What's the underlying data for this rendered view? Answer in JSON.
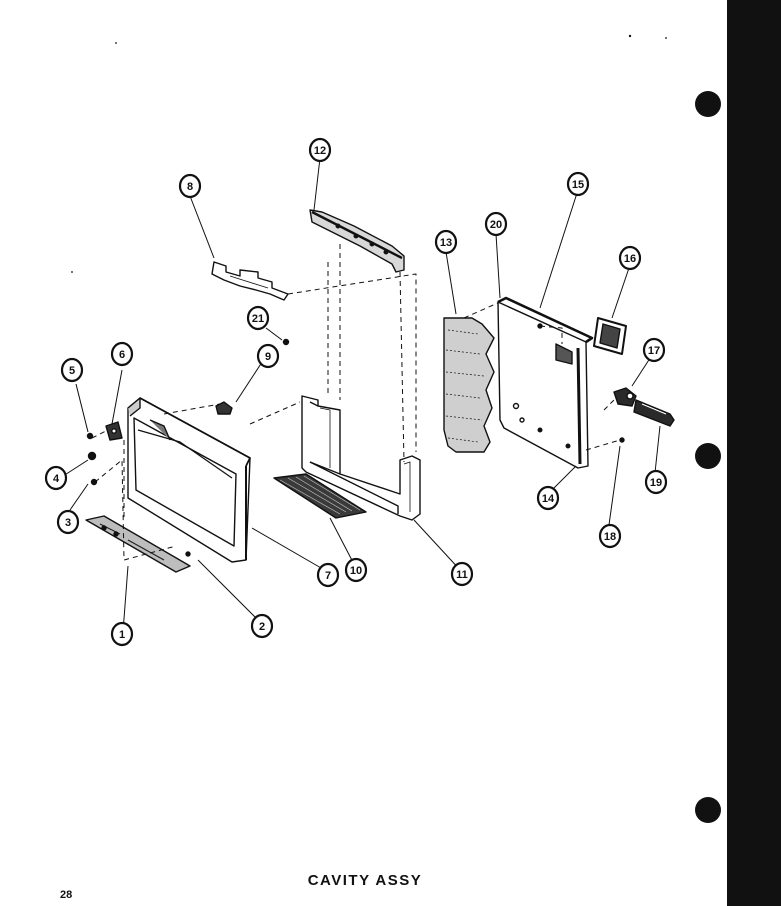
{
  "title": "CAVITY ASSY",
  "page_number": "28",
  "colors": {
    "ink": "#111111",
    "paper": "#ffffff"
  },
  "callouts": [
    "1",
    "2",
    "3",
    "4",
    "5",
    "6",
    "7",
    "8",
    "9",
    "10",
    "11",
    "12",
    "13",
    "14",
    "15",
    "16",
    "17",
    "18",
    "19",
    "20",
    "21"
  ]
}
